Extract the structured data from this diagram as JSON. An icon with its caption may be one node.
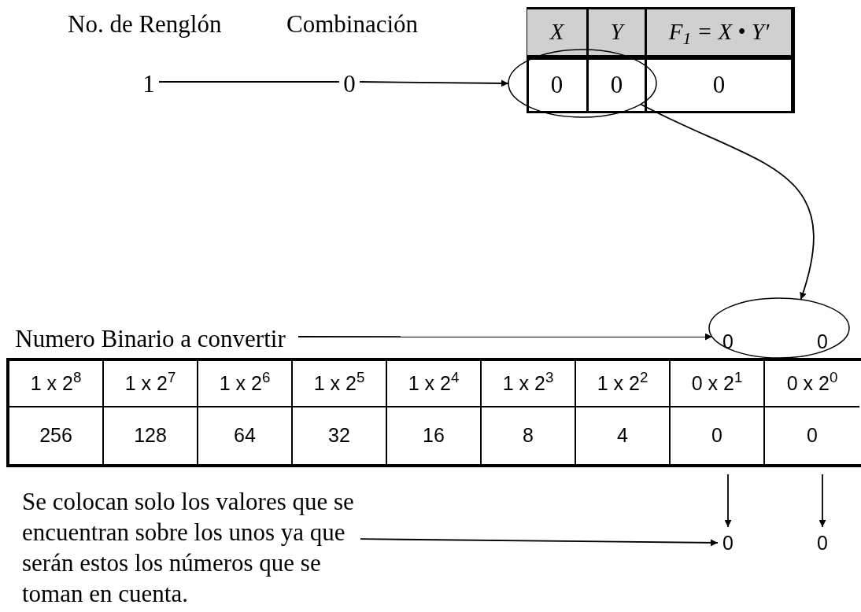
{
  "diagram": {
    "nodes": [
      {
        "text": [
          "1"
        ]
      },
      {
        "text": [
          "0"
        ]
      },
      {
        "text": [],
        "shape": "ellipse"
      },
      {
        "text": [
          "0",
          "0"
        ]
      },
      {
        "text": [
          "Numero Binario a convertir"
        ]
      },
      {
        "text": [
          "Se colocan solo los valores que se encuentran sobre los unos ya que serán estos los números que se toman en cuenta."
        ]
      },
      {
        "text": [
          "0"
        ]
      },
      {
        "text": [
          "0"
        ]
      }
    ],
    "edges": [
      {
        "from": 0,
        "to": 1,
        "arrow": "none"
      },
      {
        "from": 1,
        "to": 2,
        "arrow": "to"
      },
      {
        "from": 2,
        "to": 3,
        "arrow": "to"
      },
      {
        "from": 4,
        "to": 3,
        "arrow": "to"
      },
      {
        "from": 5,
        "to": 6,
        "arrow": "to"
      },
      {
        "from": null,
        "to": 6,
        "arrow": "to"
      },
      {
        "from": null,
        "to": 7,
        "arrow": "to"
      }
    ],
    "labels": [
      "No. de Renglón",
      "Combinación",
      "X",
      "Y",
      "F$_{1}$ = X • Y′",
      "0",
      "0",
      "0",
      "1 x 2$^{8}$",
      "1 x 2$^{7}$",
      "1 x 2$^{6}$",
      "1 x 2$^{5}$",
      "1 x 2$^{4}$",
      "1 x 2$^{3}$",
      "1 x 2$^{2}$",
      "0 x 2$^{1}$",
      "0 x 2$^{0}$",
      "256",
      "128",
      "64",
      "32",
      "16",
      "8",
      "4",
      "0",
      "0"
    ]
  }
}
